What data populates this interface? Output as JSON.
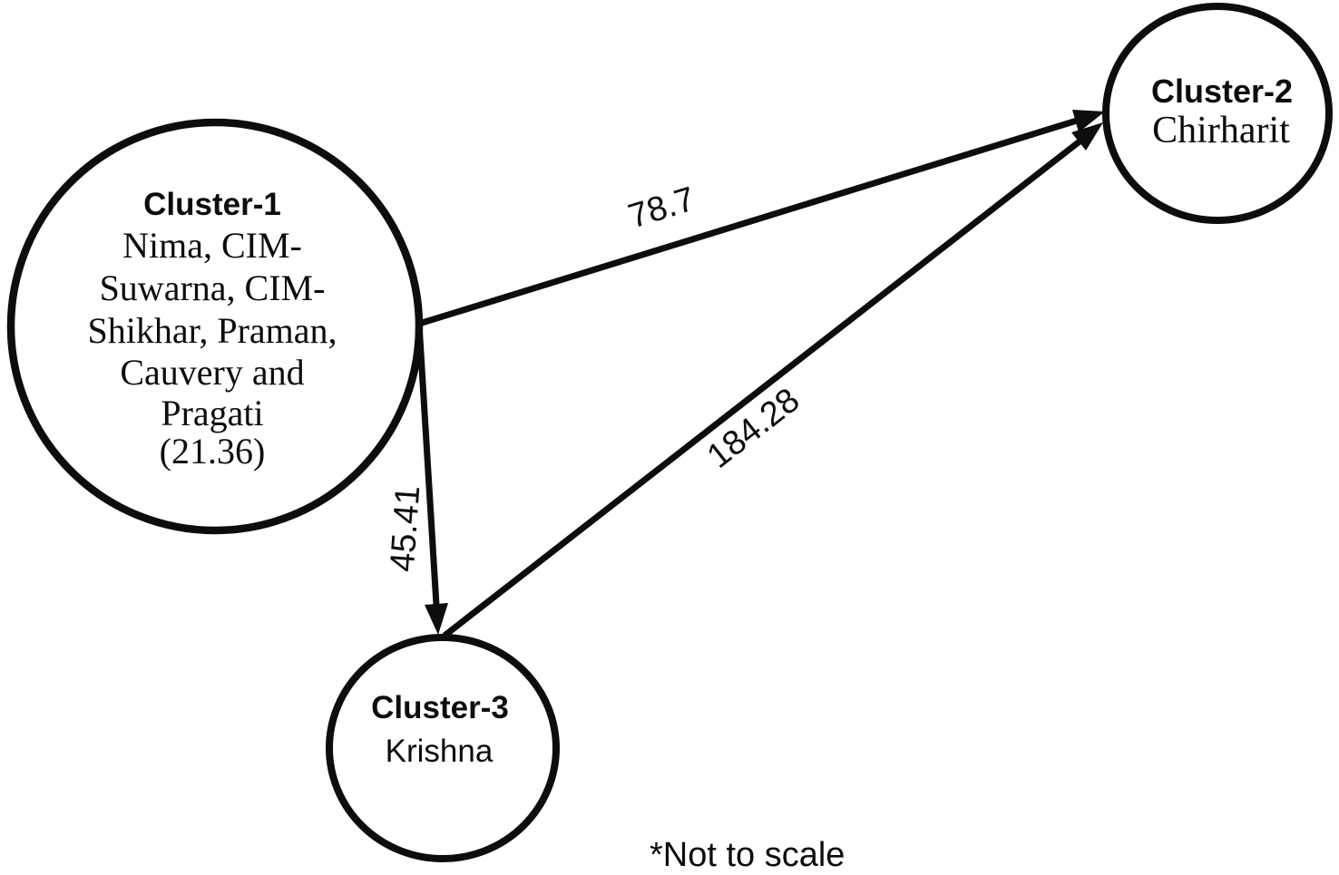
{
  "figure": {
    "colors": {
      "ink": "#0d0d0d",
      "background": "#ffffff"
    },
    "nodes": {
      "cluster1": {
        "title": "Cluster-1",
        "members": [
          "Nima, CIM-",
          "Suwarna, CIM-",
          "Shikhar, Praman,",
          "Cauvery and",
          "Pragati",
          "(21.36)"
        ]
      },
      "cluster2": {
        "title": "Cluster-2",
        "subtitle": "Chirharit"
      },
      "cluster3": {
        "title": "Cluster-3",
        "subtitle": "Krishna"
      }
    },
    "edges": {
      "c1c2": {
        "from": "Cluster-1",
        "to": "Cluster-2",
        "label": "78.7"
      },
      "c1c3": {
        "from": "Cluster-1",
        "to": "Cluster-3",
        "label": "45.41"
      },
      "c3c2": {
        "from": "Cluster-3",
        "to": "Cluster-2",
        "label": "184.28"
      }
    },
    "note": "*Not to scale"
  }
}
